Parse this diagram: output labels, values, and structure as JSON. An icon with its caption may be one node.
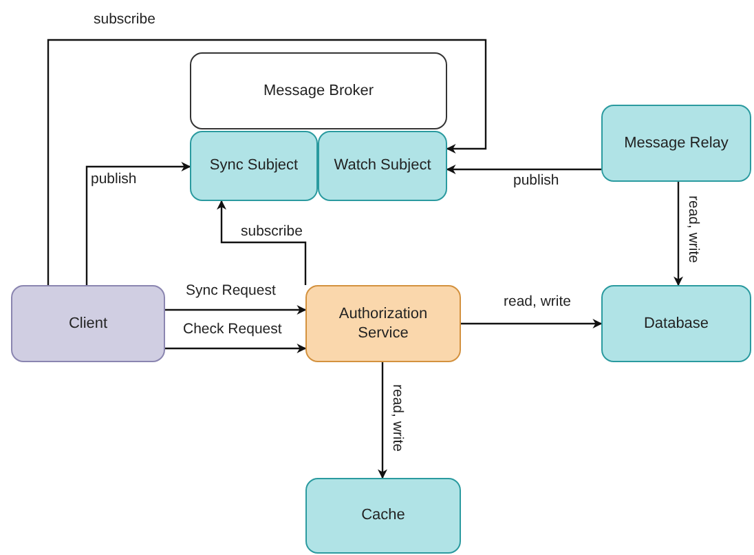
{
  "diagram": {
    "nodes": [
      {
        "text": [
          "Message Broker"
        ]
      },
      {
        "text": [
          "Sync Subject"
        ]
      },
      {
        "text": [
          "Watch Subject"
        ]
      },
      {
        "text": [
          "Message Relay"
        ]
      },
      {
        "text": [
          "Client"
        ]
      },
      {
        "text": [
          "Authorization Service"
        ]
      },
      {
        "text": [
          "Database"
        ]
      },
      {
        "text": [
          "Cache"
        ]
      }
    ],
    "edges": [
      {
        "from": 4,
        "to": 2,
        "arrow": "to",
        "label": "subscribe"
      },
      {
        "from": 4,
        "to": 1,
        "arrow": "to",
        "label": "publish"
      },
      {
        "from": 3,
        "to": 2,
        "arrow": "to",
        "label": "publish"
      },
      {
        "from": 5,
        "to": 1,
        "arrow": "to",
        "label": "subscribe"
      },
      {
        "from": 4,
        "to": 5,
        "arrow": "to",
        "label": "Sync Request"
      },
      {
        "from": 4,
        "to": 5,
        "arrow": "to",
        "label": "Check Request"
      },
      {
        "from": 5,
        "to": 6,
        "arrow": "to",
        "label": "read, write"
      },
      {
        "from": 3,
        "to": 6,
        "arrow": "to",
        "label": "read, write"
      },
      {
        "from": 5,
        "to": 7,
        "arrow": "to",
        "label": "read, write"
      }
    ]
  }
}
